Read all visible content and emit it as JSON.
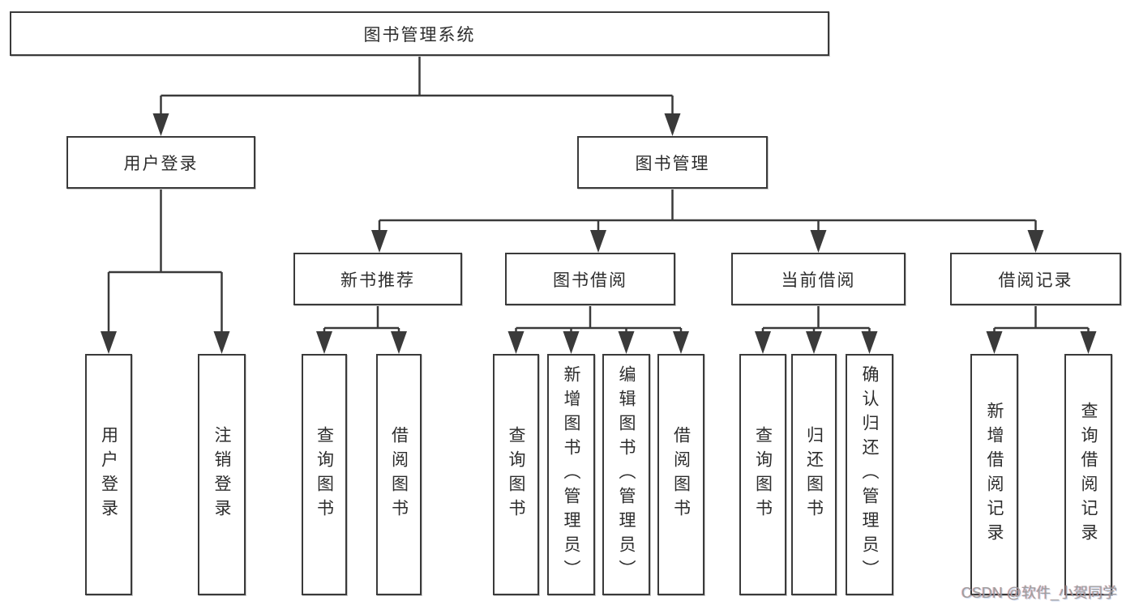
{
  "diagram": {
    "title_node": {
      "label": "图书管理系统"
    },
    "level2": [
      {
        "id": "user-login",
        "label": "用户登录",
        "parent": "图书管理系统"
      },
      {
        "id": "book-management",
        "label": "图书管理",
        "parent": "图书管理系统"
      }
    ],
    "level3": [
      {
        "id": "new-book-recommend",
        "label": "新书推荐",
        "parent": "图书管理"
      },
      {
        "id": "book-borrowing",
        "label": "图书借阅",
        "parent": "图书管理"
      },
      {
        "id": "current-borrowing",
        "label": "当前借阅",
        "parent": "图书管理"
      },
      {
        "id": "borrowing-records",
        "label": "借阅记录",
        "parent": "图书管理"
      }
    ],
    "leaves": [
      {
        "id": "user-login-action",
        "label": "用户登录",
        "parent": "用户登录"
      },
      {
        "id": "logout-action",
        "label": "注销登录",
        "parent": "用户登录"
      },
      {
        "id": "nbr-query-books",
        "label": "查询图书",
        "parent": "新书推荐"
      },
      {
        "id": "nbr-borrow-books",
        "label": "借阅图书",
        "parent": "新书推荐"
      },
      {
        "id": "bb-query-books",
        "label": "查询图书",
        "parent": "图书借阅"
      },
      {
        "id": "bb-add-books",
        "label": "新增图书（管理员）",
        "parent": "图书借阅"
      },
      {
        "id": "bb-edit-books",
        "label": "编辑图书（管理员）",
        "parent": "图书借阅"
      },
      {
        "id": "bb-borrow-books",
        "label": "借阅图书",
        "parent": "图书借阅"
      },
      {
        "id": "cb-query-books",
        "label": "查询图书",
        "parent": "当前借阅"
      },
      {
        "id": "cb-return-books",
        "label": "归还图书",
        "parent": "当前借阅"
      },
      {
        "id": "cb-confirm-return",
        "label": "确认归还（管理员）",
        "parent": "当前借阅"
      },
      {
        "id": "br-add-record",
        "label": "新增借阅记录",
        "parent": "借阅记录"
      },
      {
        "id": "br-query-record",
        "label": "查询借阅记录",
        "parent": "借阅记录"
      }
    ]
  },
  "watermark": {
    "text": "CSDN @软件_小贺同学"
  },
  "colors": {
    "line": "#3a3a3a",
    "box_border": "#3a3a3a",
    "box_fill": "#ffffff",
    "text": "#2d2d2d",
    "background": "#ffffff",
    "watermark": "#9e9e9e"
  }
}
